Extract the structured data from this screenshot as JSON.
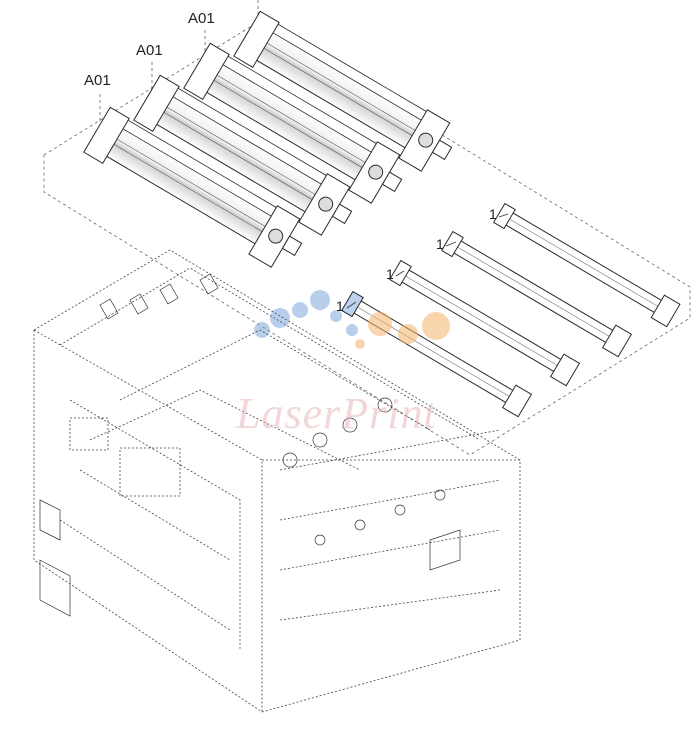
{
  "diagram": {
    "callouts": {
      "assembly": [
        "A01",
        "A01",
        "A01"
      ],
      "parts": [
        "1",
        "1",
        "1",
        "1"
      ]
    },
    "watermark_text": "LaserPrint",
    "colors": {
      "line": "#2b2b2b",
      "dash": "#555555",
      "drum_fill": "#f4f4f4",
      "shade": "#cfcfcf",
      "dot_blue": "#7fa8dc",
      "dot_orange": "#f4b36a"
    }
  }
}
